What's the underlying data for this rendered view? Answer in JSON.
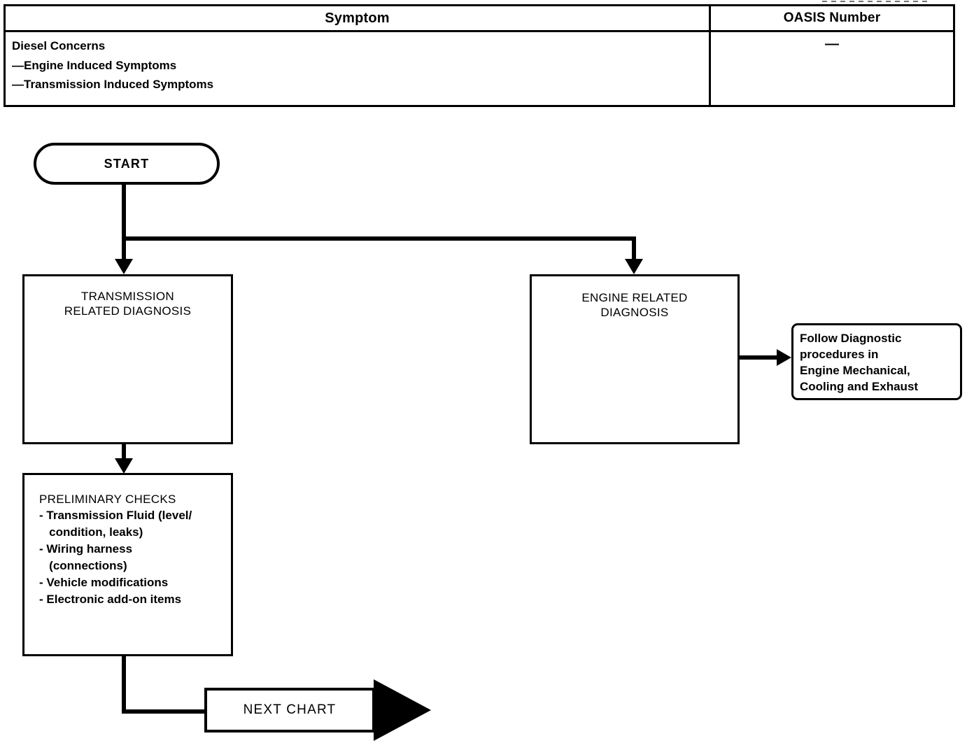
{
  "table": {
    "columns": [
      "Symptom",
      "OASIS Number"
    ],
    "rows": [
      {
        "symptom_title": "Diesel Concerns",
        "symptom_items": [
          "—Engine Induced Symptoms",
          "—Transmission Induced Symptoms"
        ],
        "oasis_number": "—"
      }
    ]
  },
  "flowchart": {
    "start_node": {
      "label": "START"
    },
    "transmission_node": {
      "line1": "TRANSMISSION",
      "line2": "RELATED DIAGNOSIS"
    },
    "engine_node": {
      "line1": "ENGINE RELATED",
      "line2": "DIAGNOSIS"
    },
    "follow_note": {
      "lines": [
        "Follow Diagnostic",
        "procedures in",
        "Engine Mechanical,",
        "Cooling and Exhaust"
      ]
    },
    "preliminary_node": {
      "title": "PRELIMINARY CHECKS",
      "items": [
        "- Transmission Fluid (level/",
        "   condition, leaks)",
        "- Wiring harness",
        "   (connections)",
        "- Vehicle modifications",
        "- Electronic add-on items"
      ]
    },
    "next_chart": {
      "label": "NEXT CHART"
    }
  },
  "colors": {
    "ink": "#000000",
    "paper": "#ffffff"
  }
}
